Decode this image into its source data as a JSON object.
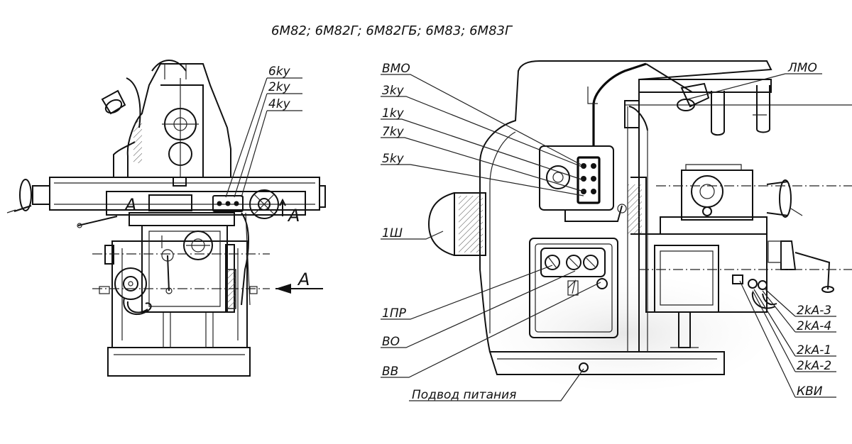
{
  "title": "6М82; 6М82Г; 6М82ГБ; 6М83; 6М83Г",
  "front_view": {
    "labels": {
      "l6ku": "6kу",
      "l2ku": "2kу",
      "l4ku": "4kу"
    },
    "section_letter": "А",
    "view_letter": "А",
    "section_arrow": "А"
  },
  "side_view": {
    "labels": {
      "vmo": "ВМО",
      "ku3": "3kу",
      "ku1": "1kу",
      "ku7": "7kу",
      "ku5": "5kу",
      "sh1": "1Ш",
      "pr1": "1ПР",
      "vo": "ВО",
      "vv": "ВВ",
      "power": "Подвод питания",
      "lmo": "ЛМО",
      "ka3": "2kА-3",
      "ka4": "2kА-4",
      "ka1": "2kА-1",
      "ka2": "2kА-2",
      "kvi": "КВИ"
    }
  }
}
